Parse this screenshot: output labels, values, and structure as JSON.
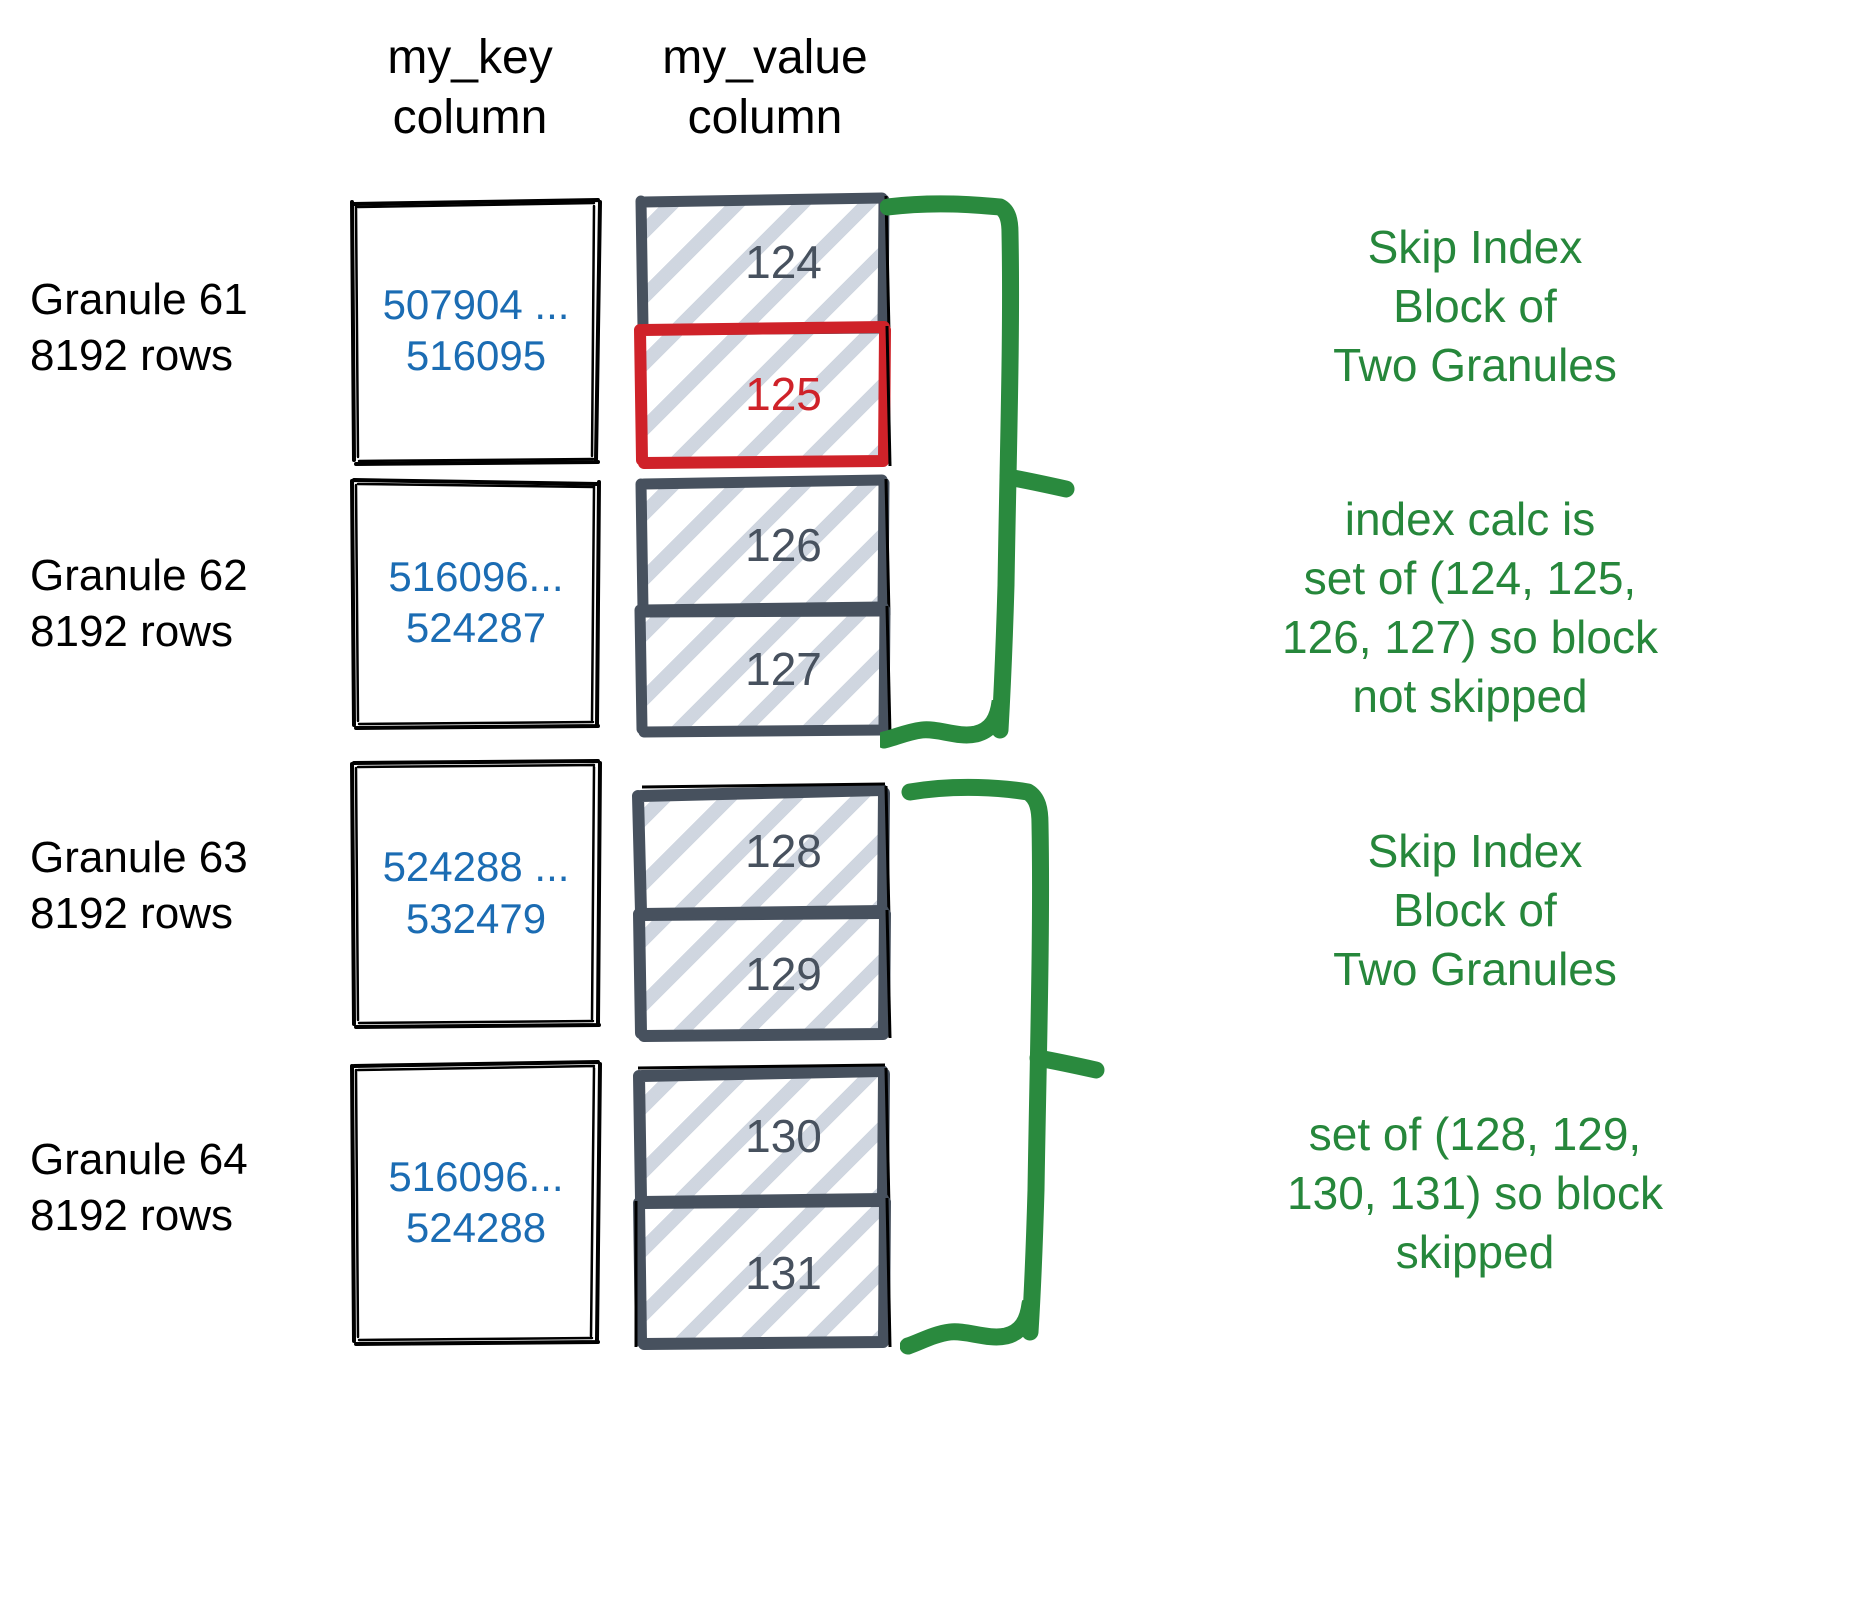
{
  "columns": {
    "key_header": "my_key\ncolumn",
    "value_header": "my_value\ncolumn"
  },
  "colors": {
    "key_text": "#1b6cb3",
    "value_text": "#47515e",
    "highlight": "#cf2229",
    "annotation": "#26873b",
    "box_outline": "#000000",
    "value_outline": "#47515e",
    "hatch": "#c7cfda"
  },
  "granules": [
    {
      "label": "Granule 61\n8192 rows",
      "key_range": "507904 ...\n516095",
      "values": [
        {
          "text": "124",
          "highlighted": false
        },
        {
          "text": "125",
          "highlighted": true
        }
      ]
    },
    {
      "label": "Granule 62\n8192 rows",
      "key_range": "516096...\n524287",
      "values": [
        {
          "text": "126",
          "highlighted": false
        },
        {
          "text": "127",
          "highlighted": false
        }
      ]
    },
    {
      "label": "Granule 63\n8192 rows",
      "key_range": "524288 ...\n532479",
      "values": [
        {
          "text": "128",
          "highlighted": false
        },
        {
          "text": "129",
          "highlighted": false
        }
      ]
    },
    {
      "label": "Granule 64\n8192 rows",
      "key_range": "516096...\n524288",
      "values": [
        {
          "text": "130",
          "highlighted": false
        },
        {
          "text": "131",
          "highlighted": false
        }
      ]
    }
  ],
  "annotations": [
    {
      "text": "Skip Index\nBlock of\nTwo Granules"
    },
    {
      "text": "index calc is\nset of (124, 125,\n126, 127) so block\nnot skipped"
    },
    {
      "text": "Skip Index\nBlock of\nTwo Granules"
    },
    {
      "text": "set of (128, 129,\n130, 131) so block\nskipped"
    }
  ]
}
